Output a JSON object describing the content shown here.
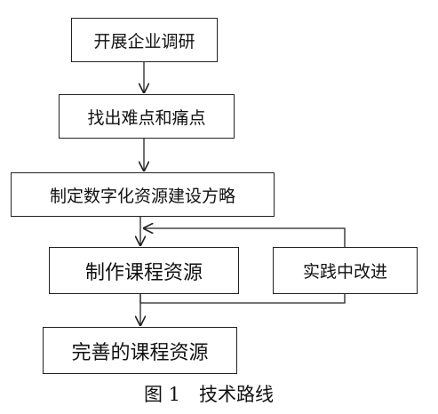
{
  "flowchart": {
    "steps": [
      "开展企业调研",
      "找出难点和痛点",
      "制定数字化资源建设方略",
      "制作课程资源",
      "实践中改进",
      "完善的课程资源"
    ]
  },
  "caption": "图 1　技术路线",
  "colors": {
    "line": "#222222",
    "text": "#111111",
    "background": "#ffffff"
  }
}
